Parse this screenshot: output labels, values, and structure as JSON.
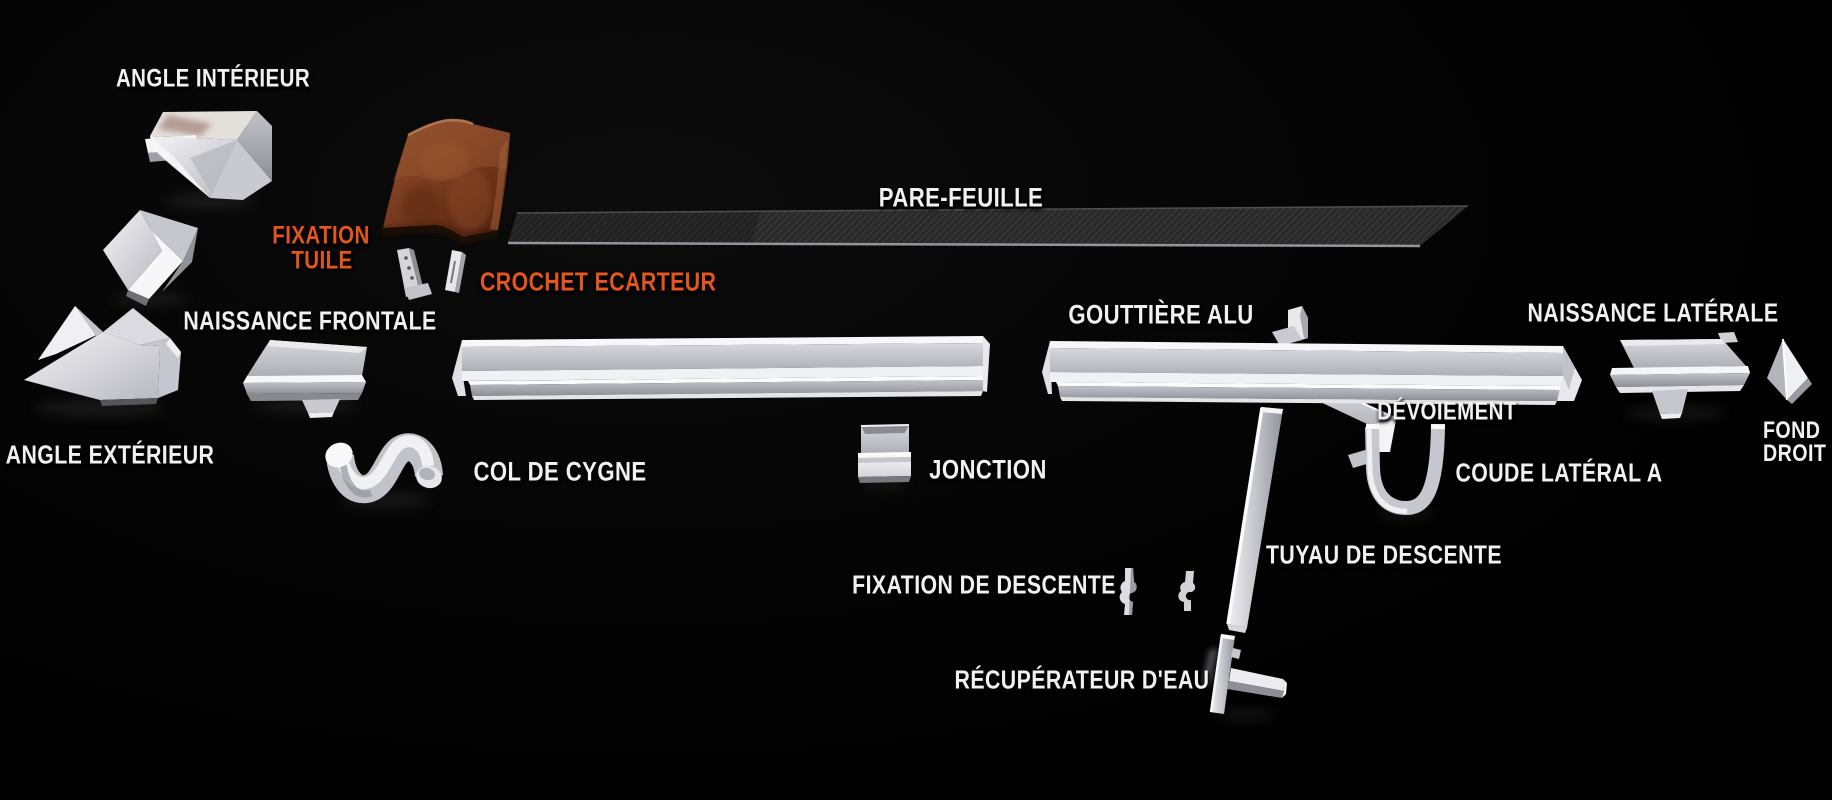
{
  "colors": {
    "background": "#000000",
    "label_white": "#f1f1f1",
    "label_orange": "#e4561a",
    "tile_brown": "#7a3a1e",
    "mesh_dark": "#282828",
    "metal_light": "#e8e8ec"
  },
  "labels": {
    "angle_interieur": "ANGLE INTÉRIEUR",
    "fixation_tuile_line1": "FIXATION",
    "fixation_tuile_line2": "TUILE",
    "crochet_ecarteur": "CROCHET ECARTEUR",
    "pare_feuille": "PARE-FEUILLE",
    "naissance_frontale": "NAISSANCE FRONTALE",
    "angle_exterieur": "ANGLE EXTÉRIEUR",
    "col_de_cygne": "COL DE CYGNE",
    "jonction": "JONCTION",
    "gouttiere_alu": "GOUTTIÈRE ALU",
    "naissance_laterale": "NAISSANCE LATÉRALE",
    "devoiement": "DÉVOIEMENT",
    "coude_lateral_a": "COUDE LATÉRAL A",
    "fond_droit_line1": "FOND",
    "fond_droit_line2": "DROIT",
    "tuyau_de_descente": "TUYAU DE DESCENTE",
    "fixation_de_descente": "FIXATION DE DESCENTE",
    "recuperateur_d_eau": "RÉCUPÉRATEUR D'EAU"
  }
}
